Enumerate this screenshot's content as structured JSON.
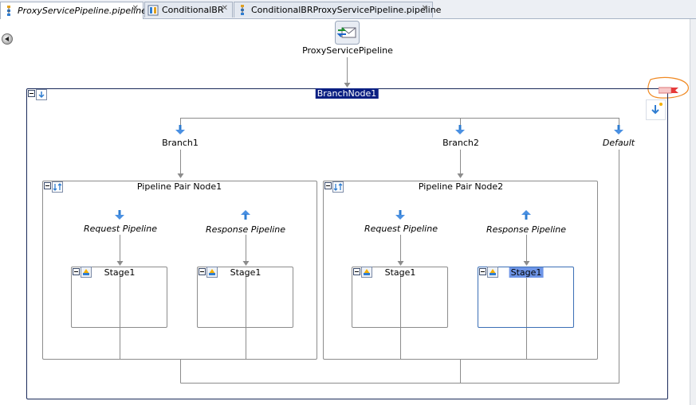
{
  "tabs": [
    {
      "label": "ProxyServicePipeline.pipeline",
      "icon": "pipeline-icon",
      "active": true
    },
    {
      "label": "ConditionalBR",
      "icon": "business-rule-icon",
      "active": false
    },
    {
      "label": "ConditionalBRProxyServicePipeline.pipeline",
      "icon": "pipeline-icon",
      "active": false
    }
  ],
  "proxy": {
    "label": "ProxyServicePipeline",
    "icon": "proxy-service-icon"
  },
  "branch_node": {
    "label": "BranchNode1",
    "branches": [
      "Branch1",
      "Branch2"
    ],
    "default_label": "Default"
  },
  "pipeline_pairs": [
    {
      "title": "Pipeline Pair Node1",
      "request": {
        "label": "Request Pipeline",
        "stage": "Stage1"
      },
      "response": {
        "label": "Response Pipeline",
        "stage": "Stage1"
      }
    },
    {
      "title": "Pipeline Pair Node2",
      "request": {
        "label": "Request Pipeline",
        "stage": "Stage1"
      },
      "response": {
        "label": "Response Pipeline",
        "stage": "Stage1",
        "selected": true
      }
    }
  ],
  "colors": {
    "selection": "#0a1f82",
    "stage_selected": "#6e95e7",
    "connector": "#8c8c8c",
    "annotation": "#f08a24"
  }
}
